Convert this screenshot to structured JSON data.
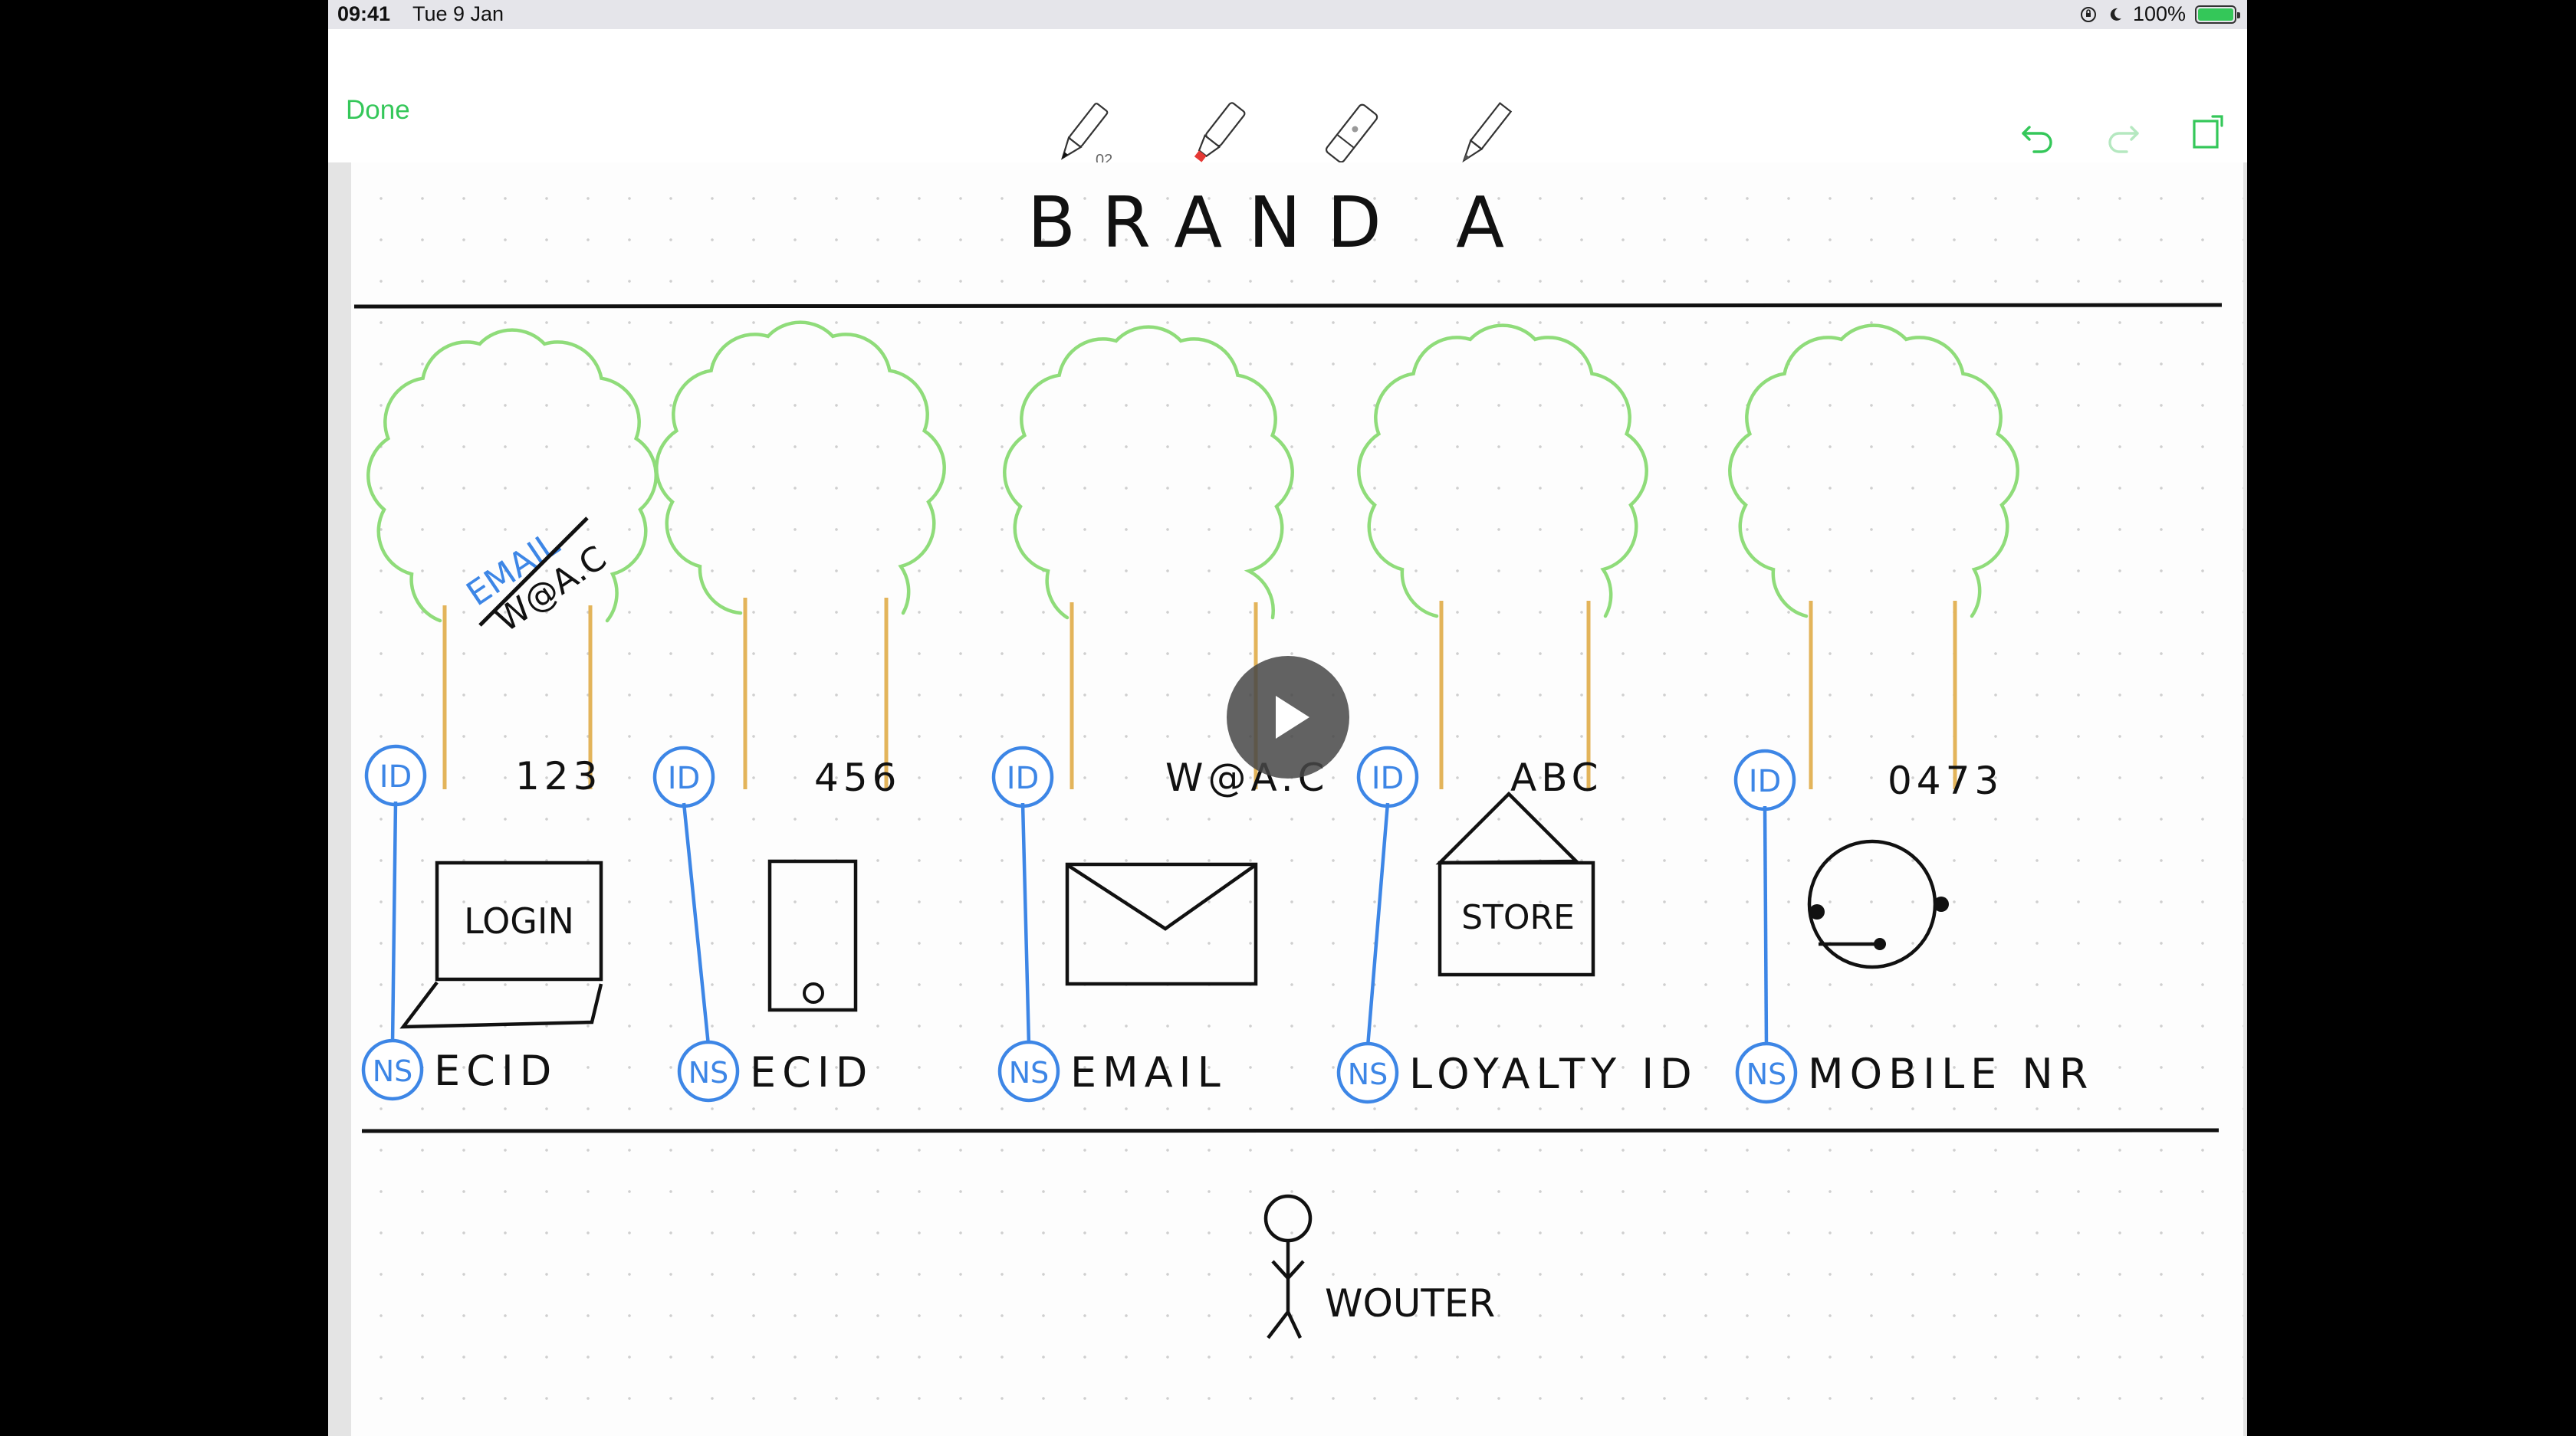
{
  "statusbar": {
    "time": "09:41",
    "date": "Tue 9 Jan",
    "battery": "100%"
  },
  "toolbar": {
    "done_label": "Done",
    "pen_size_badge": "02",
    "tools": [
      {
        "icon": "pen-tool-icon",
        "selected": true
      },
      {
        "icon": "marker-tool-icon",
        "color": "#e53935"
      },
      {
        "icon": "eraser-tool-icon"
      },
      {
        "icon": "pencil-tool-icon"
      }
    ],
    "actions": [
      "undo-icon",
      "redo-icon",
      "share-icon"
    ],
    "accent": "#34c759"
  },
  "sketch": {
    "title": "BRAND A",
    "colors": {
      "ink": "#111111",
      "tree": "#8fdc7a",
      "trunk": "#e3b45a",
      "identity": "#3d86e6"
    },
    "annotation": {
      "label": "EMAIL",
      "value": "W@A.C"
    },
    "id_badge": "ID",
    "ns_badge": "NS",
    "columns": [
      {
        "id_value": "123",
        "device": "LOGIN",
        "namespace": "ECID"
      },
      {
        "id_value": "456",
        "device": "",
        "namespace": "ECID"
      },
      {
        "id_value": "W@A.C",
        "device": "",
        "namespace": "EMAIL"
      },
      {
        "id_value": "ABC",
        "device": "STORE",
        "namespace": "LOYALTY ID"
      },
      {
        "id_value": "0473",
        "device": "",
        "namespace": "MOBILE NR"
      }
    ],
    "person": "WOUTER"
  },
  "video": {
    "play_icon": "play-icon"
  }
}
